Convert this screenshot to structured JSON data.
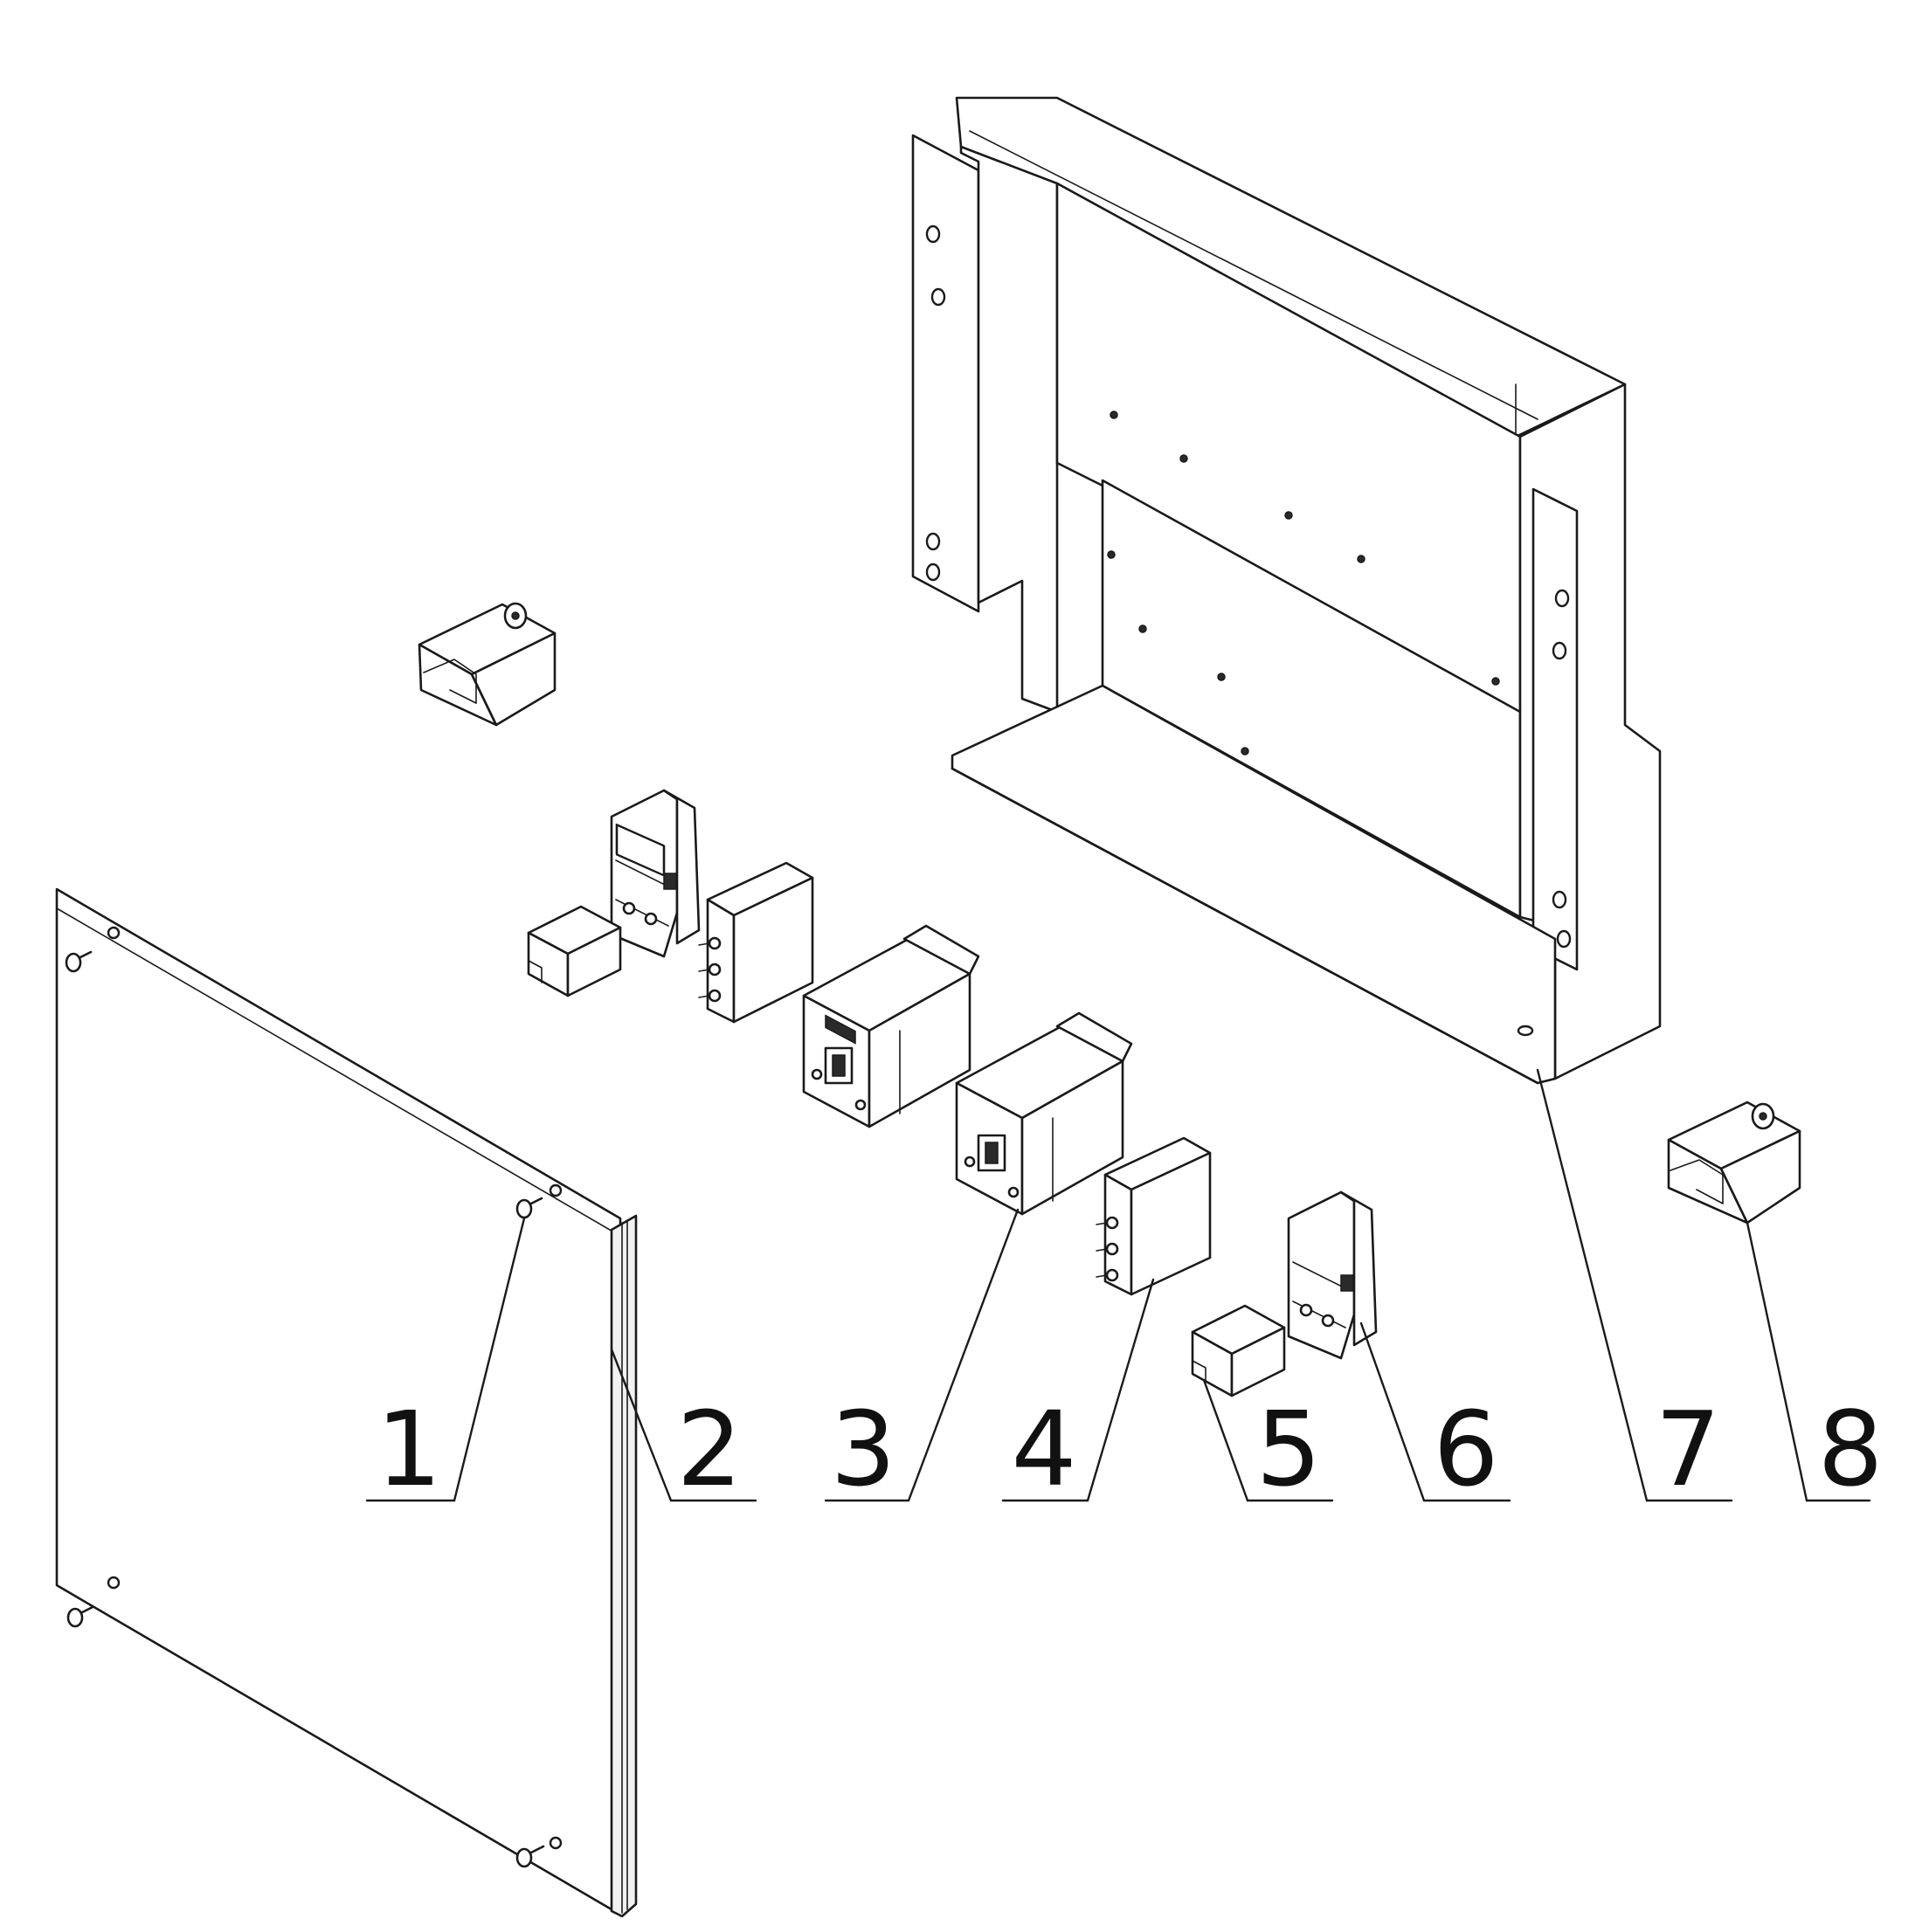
{
  "diagram": {
    "kind": "exploded-assembly-drawing",
    "callouts": [
      {
        "label": "1",
        "part": "screw"
      },
      {
        "label": "2",
        "part": "front-cover-panel"
      },
      {
        "label": "3",
        "part": "contactor"
      },
      {
        "label": "4",
        "part": "auxiliary-contact-block"
      },
      {
        "label": "5",
        "part": "small-relay-block"
      },
      {
        "label": "6",
        "part": "din-rail-relay"
      },
      {
        "label": "7",
        "part": "enclosure-housing"
      },
      {
        "label": "8",
        "part": "capacitor"
      }
    ]
  }
}
